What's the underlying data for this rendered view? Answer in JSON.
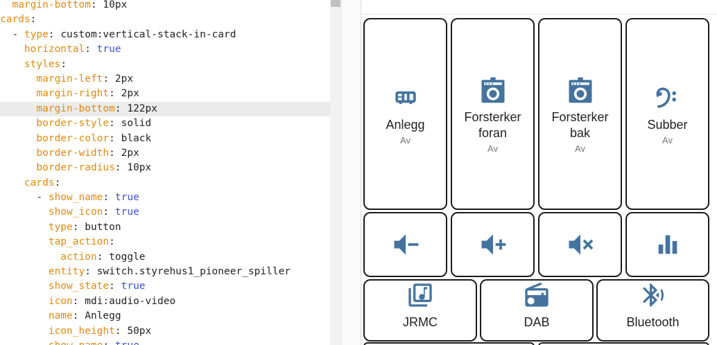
{
  "editor": {
    "lines": [
      [
        [
          "tok-key",
          "  margin-bottom"
        ],
        [
          "tok-punc",
          ": "
        ],
        [
          "tok-val",
          "10px"
        ]
      ],
      [
        [
          "tok-key",
          "cards"
        ],
        [
          "tok-punc",
          ":"
        ]
      ],
      [
        [
          "tok-punc",
          "  - "
        ],
        [
          "tok-key",
          "type"
        ],
        [
          "tok-punc",
          ": "
        ],
        [
          "tok-val",
          "custom:vertical-stack-in-card"
        ]
      ],
      [
        [
          "tok-key",
          "    horizontal"
        ],
        [
          "tok-punc",
          ": "
        ],
        [
          "tok-bool",
          "true"
        ]
      ],
      [
        [
          "tok-key",
          "    styles"
        ],
        [
          "tok-punc",
          ":"
        ]
      ],
      [
        [
          "tok-key",
          "      margin-left"
        ],
        [
          "tok-punc",
          ": "
        ],
        [
          "tok-val",
          "2px"
        ]
      ],
      [
        [
          "tok-key",
          "      margin-right"
        ],
        [
          "tok-punc",
          ": "
        ],
        [
          "tok-val",
          "2px"
        ]
      ],
      [
        [
          "tok-key",
          "      margin-bottom"
        ],
        [
          "tok-punc",
          ": "
        ],
        [
          "tok-val",
          "122px"
        ]
      ],
      [
        [
          "tok-key",
          "      border-style"
        ],
        [
          "tok-punc",
          ": "
        ],
        [
          "tok-val",
          "solid"
        ]
      ],
      [
        [
          "tok-key",
          "      border-color"
        ],
        [
          "tok-punc",
          ": "
        ],
        [
          "tok-val",
          "black"
        ]
      ],
      [
        [
          "tok-key",
          "      border-width"
        ],
        [
          "tok-punc",
          ": "
        ],
        [
          "tok-val",
          "2px"
        ]
      ],
      [
        [
          "tok-key",
          "      border-radius"
        ],
        [
          "tok-punc",
          ": "
        ],
        [
          "tok-val",
          "10px"
        ]
      ],
      [
        [
          "tok-key",
          "    cards"
        ],
        [
          "tok-punc",
          ":"
        ]
      ],
      [
        [
          "tok-punc",
          "      - "
        ],
        [
          "tok-key",
          "show_name"
        ],
        [
          "tok-punc",
          ": "
        ],
        [
          "tok-bool",
          "true"
        ]
      ],
      [
        [
          "tok-key",
          "        show_icon"
        ],
        [
          "tok-punc",
          ": "
        ],
        [
          "tok-bool",
          "true"
        ]
      ],
      [
        [
          "tok-key",
          "        type"
        ],
        [
          "tok-punc",
          ": "
        ],
        [
          "tok-val",
          "button"
        ]
      ],
      [
        [
          "tok-key",
          "        tap_action"
        ],
        [
          "tok-punc",
          ":"
        ]
      ],
      [
        [
          "tok-key",
          "          action"
        ],
        [
          "tok-punc",
          ": "
        ],
        [
          "tok-val",
          "toggle"
        ]
      ],
      [
        [
          "tok-key",
          "        entity"
        ],
        [
          "tok-punc",
          ": "
        ],
        [
          "tok-val",
          "switch.styrehus1_pioneer_spiller"
        ]
      ],
      [
        [
          "tok-key",
          "        show_state"
        ],
        [
          "tok-punc",
          ": "
        ],
        [
          "tok-bool",
          "true"
        ]
      ],
      [
        [
          "tok-key",
          "        icon"
        ],
        [
          "tok-punc",
          ": "
        ],
        [
          "tok-val",
          "mdi:audio-video"
        ]
      ],
      [
        [
          "tok-key",
          "        name"
        ],
        [
          "tok-punc",
          ": "
        ],
        [
          "tok-val",
          "Anlegg"
        ]
      ],
      [
        [
          "tok-key",
          "        icon_height"
        ],
        [
          "tok-punc",
          ": "
        ],
        [
          "tok-val",
          "50px"
        ]
      ],
      [
        [
          "tok-key",
          "        show_name"
        ],
        [
          "tok-punc",
          ": "
        ],
        [
          "tok-bool",
          "true"
        ]
      ]
    ],
    "active_line": 7
  },
  "preview": {
    "accent_color": "#44739e",
    "row1": [
      {
        "name": "Anlegg",
        "state": "Av",
        "icon": "audio-video-icon"
      },
      {
        "name": "Forsterker\nforan",
        "state": "Av",
        "icon": "amplifier-icon"
      },
      {
        "name": "Forsterker\nbak",
        "state": "Av",
        "icon": "amplifier-icon"
      },
      {
        "name": "Subber",
        "state": "Av",
        "icon": "bass-clef-icon"
      }
    ],
    "row2": [
      {
        "icon": "volume-minus-icon"
      },
      {
        "icon": "volume-plus-icon"
      },
      {
        "icon": "volume-mute-icon"
      },
      {
        "icon": "equalizer-icon"
      }
    ],
    "row3": [
      {
        "name": "JRMC",
        "icon": "music-library-icon"
      },
      {
        "name": "DAB",
        "icon": "radio-icon"
      },
      {
        "name": "Bluetooth",
        "icon": "bluetooth-audio-icon"
      }
    ]
  }
}
